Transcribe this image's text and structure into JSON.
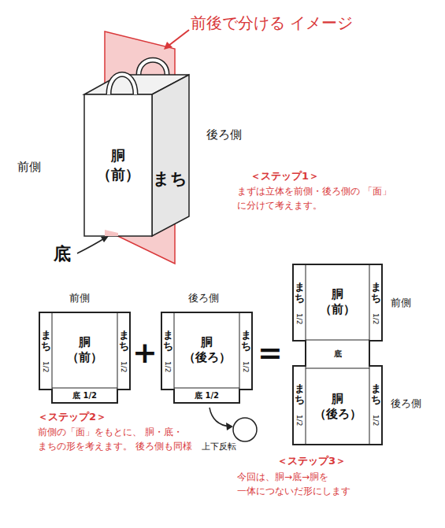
{
  "diagram": {
    "nodes": [
      {
        "text": [
          "胴 （前）"
        ]
      },
      {
        "text": [
          "まち"
        ]
      },
      {
        "text": [
          "前側"
        ]
      },
      {
        "text": [
          "まち",
          "1/2"
        ],
        "in": 2
      },
      {
        "text": [
          "胴 （前）"
        ],
        "in": 2
      },
      {
        "text": [
          "まち",
          "1/2"
        ],
        "in": 2
      },
      {
        "text": [
          "底 1/2"
        ],
        "in": 2
      },
      {
        "text": [
          "後ろ側"
        ]
      },
      {
        "text": [
          "まち",
          "1/2"
        ],
        "in": 7
      },
      {
        "text": [
          "胴 （後ろ）"
        ],
        "in": 7
      },
      {
        "text": [
          "まち",
          "1/2"
        ],
        "in": 7
      },
      {
        "text": [
          "底 1/2"
        ],
        "in": 7
      },
      {
        "text": [
          "前側",
          "後ろ側"
        ]
      },
      {
        "text": [
          "まち",
          "1/2"
        ],
        "in": 12
      },
      {
        "text": [
          "胴 （前）"
        ],
        "in": 12
      },
      {
        "text": [
          "まち",
          "1/2"
        ],
        "in": 12
      },
      {
        "text": [
          "底"
        ],
        "in": 12
      },
      {
        "text": [
          "まち",
          "1/2"
        ],
        "in": 12
      },
      {
        "text": [
          "胴 （後ろ）"
        ],
        "in": 12
      },
      {
        "text": [
          "まち",
          "1/2"
        ],
        "in": 12
      }
    ],
    "labels": [
      "前後で分ける イメージ",
      "前側",
      "後ろ側",
      "＜ステップ1＞",
      "まずは立体を前側・後ろ側の 「面」に分けて考えます。",
      "底",
      "+",
      "=",
      "＜ステップ2＞",
      "前側の「面」をもとに、 胴・底・まちの形を考えます。 後ろ側も同様",
      "上下反転",
      "＜ステップ3＞",
      "今回は、胴→底→胴を 一体につないだ形にします"
    ]
  }
}
